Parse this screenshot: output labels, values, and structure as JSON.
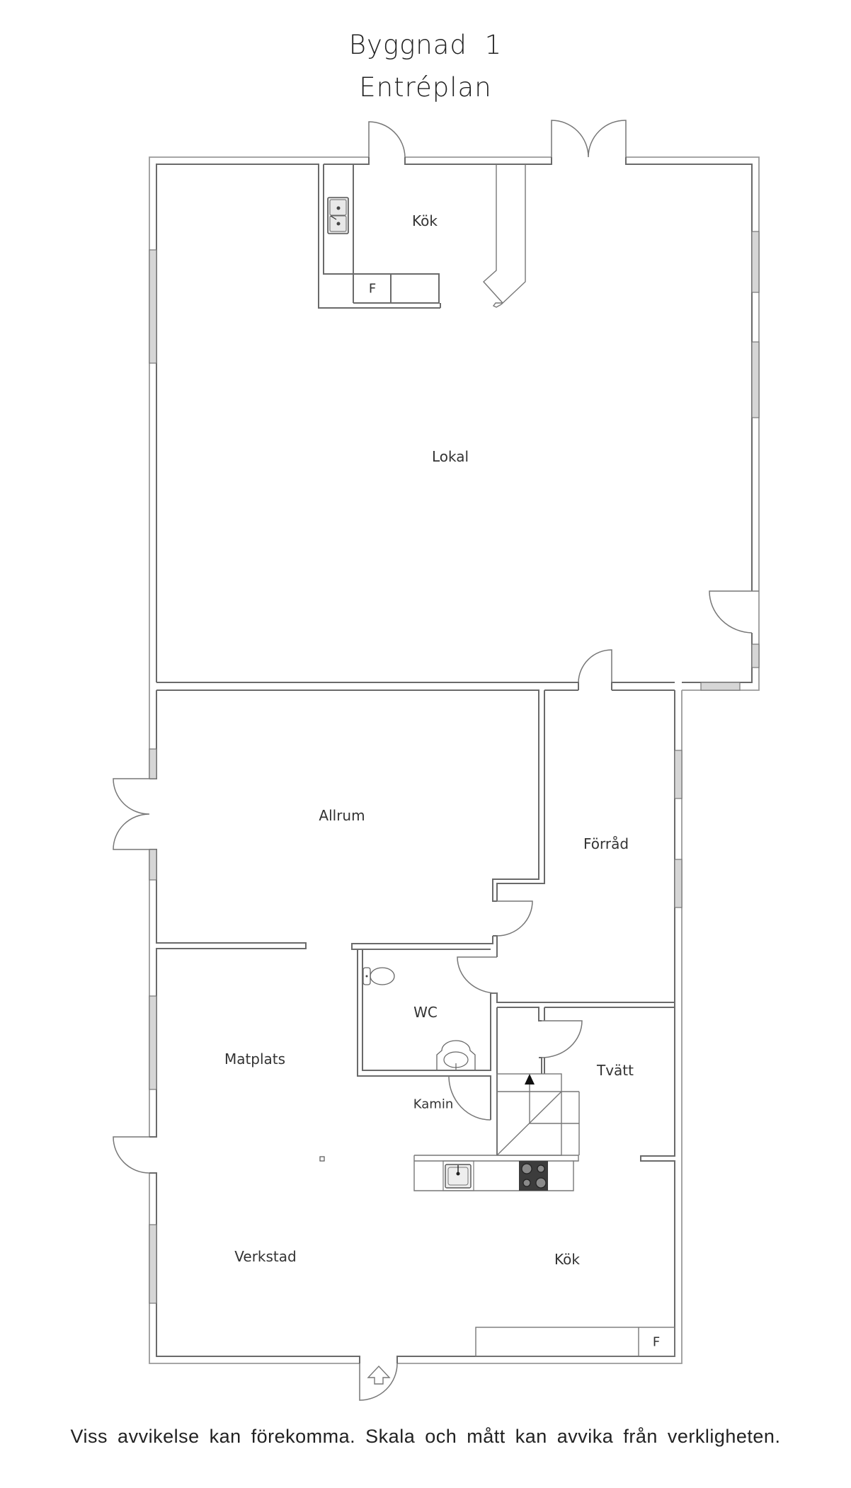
{
  "header": {
    "title_line1": "Byggnad  1",
    "title_line2": "Entréplan"
  },
  "rooms": {
    "kok_upper": "Kök",
    "lokal": "Lokal",
    "allrum": "Allrum",
    "forrad": "Förråd",
    "wc": "WC",
    "matplats": "Matplats",
    "tvatt": "Tvätt",
    "kamin": "Kamin",
    "verkstad": "Verkstad",
    "kok_lower": "Kök"
  },
  "fixtures": {
    "fridge_upper": "F",
    "fridge_lower": "F"
  },
  "footer": {
    "disclaimer": "Viss avvikelse kan förekomma. Skala och mått kan avvika från verkligheten."
  }
}
